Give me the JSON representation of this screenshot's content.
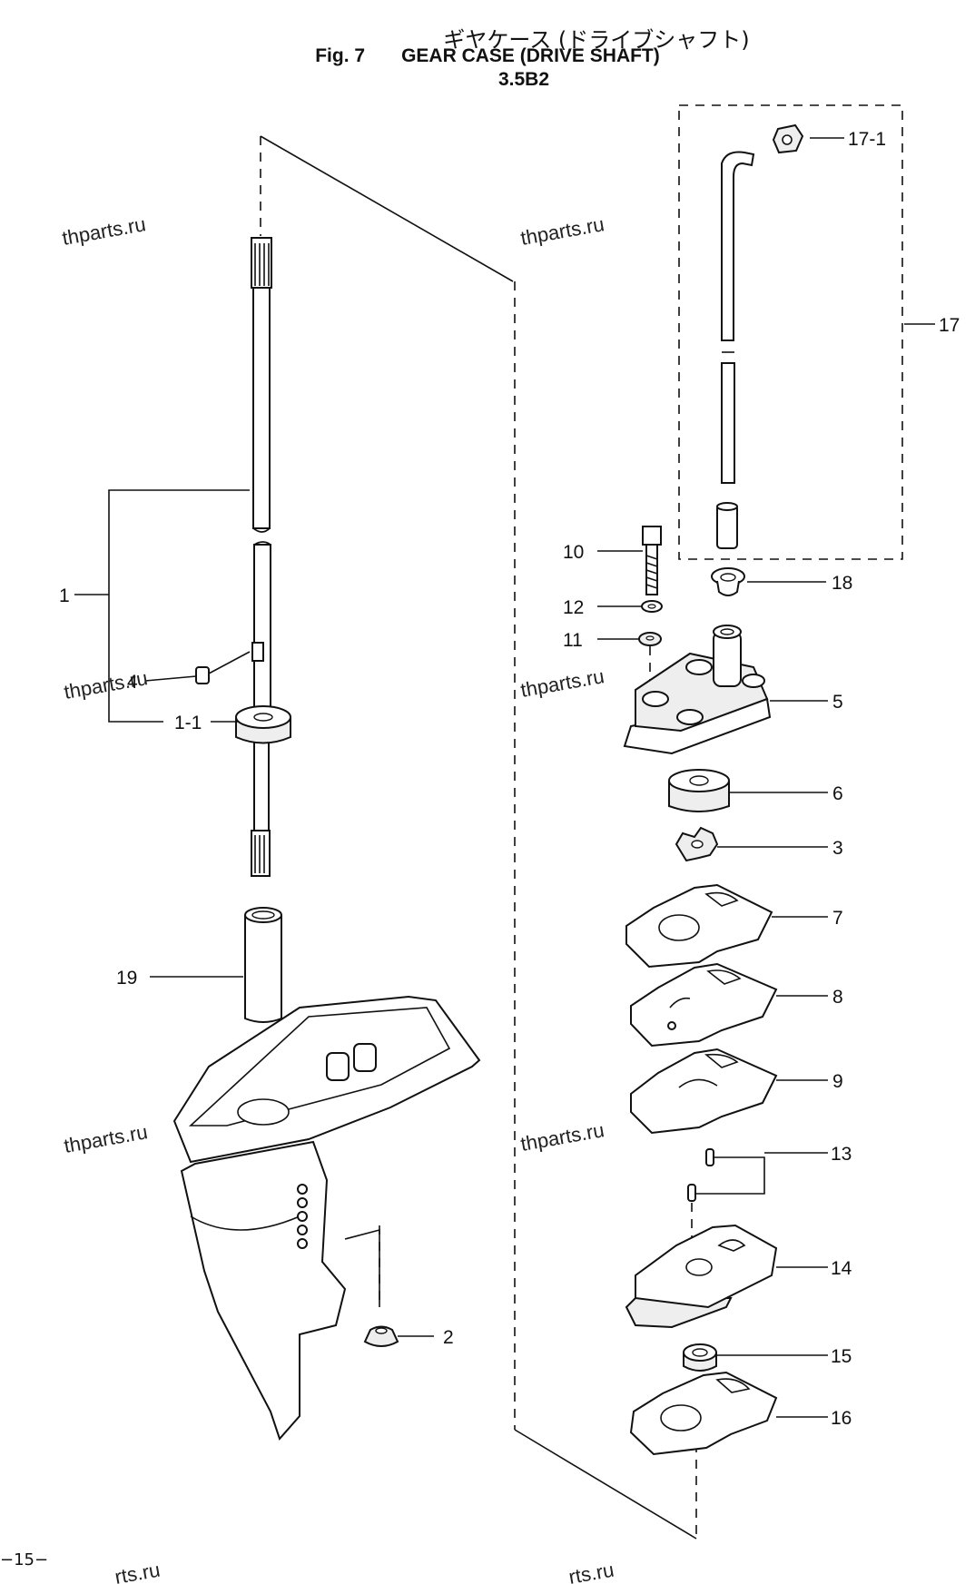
{
  "header": {
    "title_jp": "ギヤケース (ドライブシャフト)",
    "fig_label": "Fig. 7",
    "title_en": "GEAR CASE (DRIVE SHAFT)",
    "model": "3.5B2"
  },
  "watermark": "thparts.ru",
  "watermark_partial": "rts.ru",
  "page_number": "−15−",
  "parts": [
    {
      "id": "p17-1",
      "label": "17-1"
    },
    {
      "id": "p17",
      "label": "17"
    },
    {
      "id": "p18",
      "label": "18"
    },
    {
      "id": "p10",
      "label": "10"
    },
    {
      "id": "p12",
      "label": "12"
    },
    {
      "id": "p11",
      "label": "11"
    },
    {
      "id": "p5",
      "label": "5"
    },
    {
      "id": "p6",
      "label": "6"
    },
    {
      "id": "p3",
      "label": "3"
    },
    {
      "id": "p7",
      "label": "7"
    },
    {
      "id": "p8",
      "label": "8"
    },
    {
      "id": "p9",
      "label": "9"
    },
    {
      "id": "p13",
      "label": "13"
    },
    {
      "id": "p14",
      "label": "14"
    },
    {
      "id": "p15",
      "label": "15"
    },
    {
      "id": "p16",
      "label": "16"
    },
    {
      "id": "p1",
      "label": "1"
    },
    {
      "id": "p4",
      "label": "4"
    },
    {
      "id": "p1-1",
      "label": "1-1"
    },
    {
      "id": "p19",
      "label": "19"
    },
    {
      "id": "p2",
      "label": "2"
    }
  ]
}
